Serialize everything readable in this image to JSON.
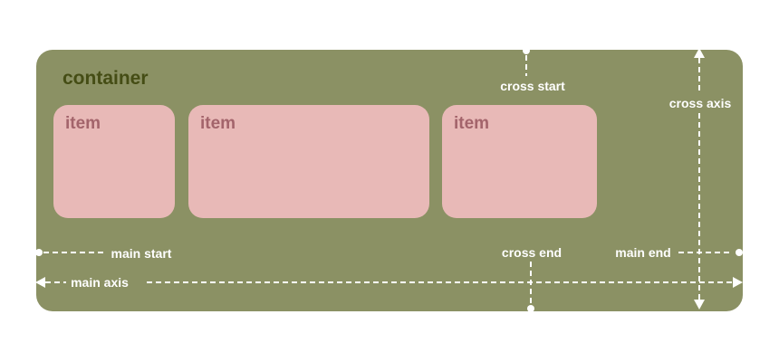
{
  "diagram": {
    "container_label": "container",
    "items": [
      {
        "label": "item"
      },
      {
        "label": "item"
      },
      {
        "label": "item"
      }
    ],
    "annotations": {
      "cross_start": "cross start",
      "cross_axis": "cross axis",
      "main_start": "main start",
      "cross_end": "cross end",
      "main_end": "main end",
      "main_axis": "main axis"
    },
    "colors": {
      "page_bg": "#FFFFFF",
      "container_bg": "#8B9164",
      "container_text": "#454D15",
      "item_bg": "#E8B9B7",
      "item_text": "#A3646B",
      "annotation_text": "#FFFFFF"
    }
  }
}
